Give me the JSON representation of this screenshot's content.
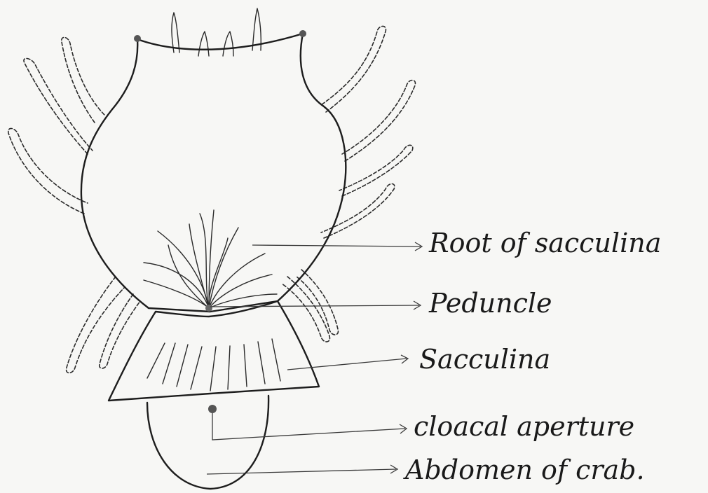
{
  "labels": {
    "root": "Root of sacculina",
    "peduncle": "Peduncle",
    "sacculina": "Sacculina",
    "cloacal": "cloacal aperture",
    "abdomen": "Abdomen of crab."
  },
  "colors": {
    "ink": "#1d1d1d",
    "paper": "#f7f7f5"
  }
}
